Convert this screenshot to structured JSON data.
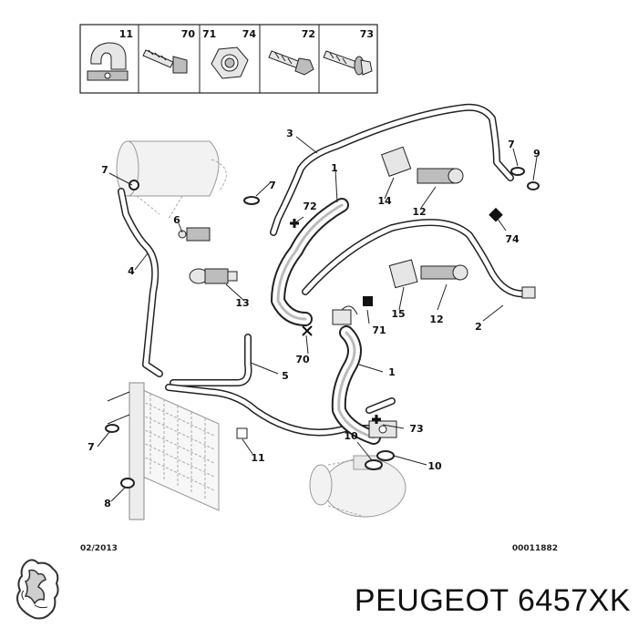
{
  "legend_headers": [
    "11",
    "70",
    "71",
    "74",
    "72",
    "73"
  ],
  "callouts": {
    "c1a": "1",
    "c1b": "1",
    "c2": "2",
    "c3": "3",
    "c4": "4",
    "c5": "5",
    "c6": "6",
    "c7a": "7",
    "c7b": "7",
    "c7c": "7",
    "c7d": "7",
    "c8": "8",
    "c9": "9",
    "c10a": "10",
    "c10b": "10",
    "c11": "11",
    "c12a": "12",
    "c12b": "12",
    "c13": "13",
    "c14": "14",
    "c15": "15",
    "c70": "70",
    "c71": "71",
    "c72": "72",
    "c73": "73",
    "c74": "74"
  },
  "footer": {
    "date": "02/2013",
    "ref": "00011882"
  },
  "brand": {
    "text": "PEUGEOT 6457XK"
  }
}
